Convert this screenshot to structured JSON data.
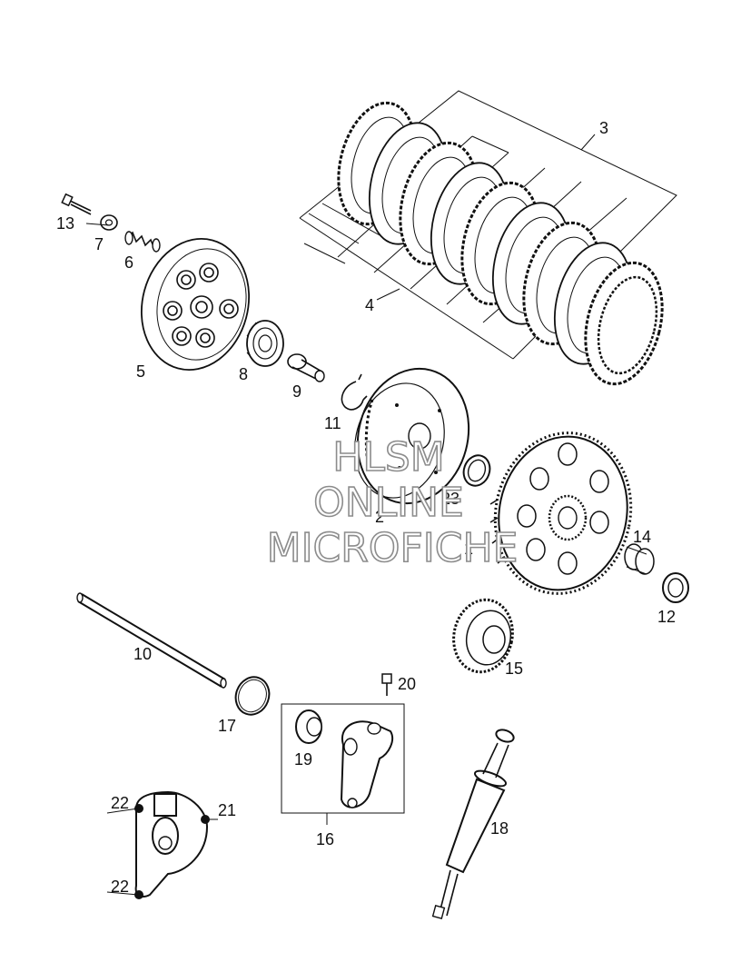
{
  "part_labels": {
    "p1": "1",
    "p2": "2",
    "p3": "3",
    "p4": "4",
    "p5": "5",
    "p6": "6",
    "p7": "7",
    "p8": "8",
    "p9": "9",
    "p10": "10",
    "p11": "11",
    "p12": "12",
    "p13": "13",
    "p14": "14",
    "p15": "15",
    "p16": "16",
    "p17": "17",
    "p18": "18",
    "p19": "19",
    "p20": "20",
    "p21": "21",
    "p22a": "22",
    "p22b": "22",
    "p23": "23"
  },
  "watermark": {
    "line1": "HLSM",
    "line2": "ONLINE",
    "line3": "MICROFICHE"
  },
  "colors": {
    "ink": "#111111",
    "watermark_outline": "#8c8c8c",
    "background": "#ffffff"
  }
}
